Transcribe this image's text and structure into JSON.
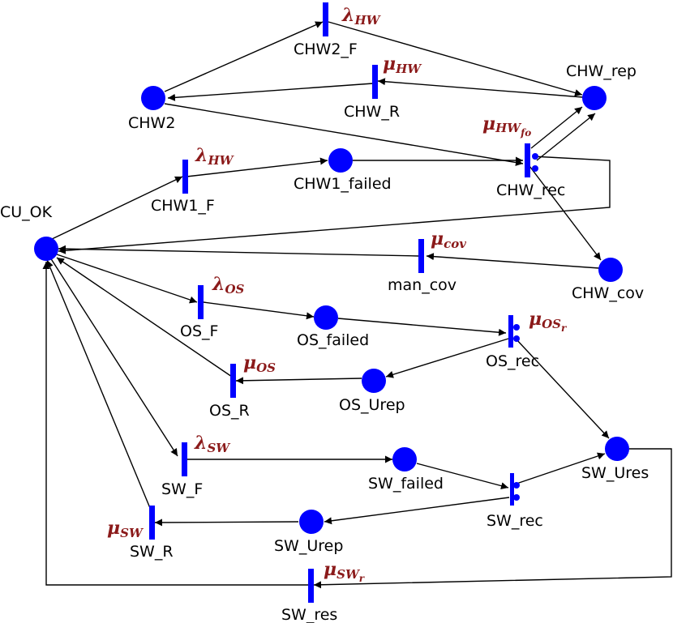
{
  "colors": {
    "place": "#0000ff",
    "transition": "#0000ff",
    "arc": "#000000",
    "rate": "#8b1a1a"
  },
  "places": {
    "cu_ok": "CU_OK",
    "chw2": "CHW2",
    "chw_rep": "CHW_rep",
    "chw1_failed": "CHW1_failed",
    "chw_cov": "CHW_cov",
    "os_failed": "OS_failed",
    "os_urep": "OS_Urep",
    "sw_ures": "SW_Ures",
    "sw_failed": "SW_failed",
    "sw_urep": "SW_Urep"
  },
  "transitions": {
    "chw2_f": "CHW2_F",
    "chw_r": "CHW_R",
    "chw1_f": "CHW1_F",
    "chw_rec": "CHW_rec",
    "man_cov": "man_cov",
    "os_f": "OS_F",
    "os_rec": "OS_rec",
    "os_r": "OS_R",
    "sw_f": "SW_F",
    "sw_rec": "SW_rec",
    "sw_r": "SW_R",
    "sw_res": "SW_res"
  },
  "rates": {
    "chw2_f": {
      "main": "λ",
      "sub": "HW"
    },
    "chw_r": {
      "main": "μ",
      "sub": "HW"
    },
    "chw1_f": {
      "main": "λ",
      "sub": "HW"
    },
    "chw_rec": {
      "main": "μ",
      "sub": "HW",
      "subsub": "fo"
    },
    "man_cov": {
      "main": "μ",
      "sub": "cov"
    },
    "os_f": {
      "main": "λ",
      "sub": "OS"
    },
    "os_rec": {
      "main": "μ",
      "sub": "OS",
      "subsub": "r"
    },
    "os_r": {
      "main": "μ",
      "sub": "OS"
    },
    "sw_f": {
      "main": "λ",
      "sub": "SW"
    },
    "sw_r": {
      "main": "μ",
      "sub": "SW"
    },
    "sw_res": {
      "main": "μ",
      "sub": "SW",
      "subsub": "r"
    }
  }
}
